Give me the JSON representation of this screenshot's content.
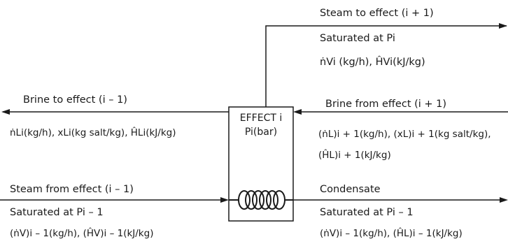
{
  "effect_box": {
    "title": "EFFECT i",
    "pressure": "Pi(bar)"
  },
  "streams": {
    "steam_out": {
      "title": "Steam to effect (i + 1)",
      "line1": "Saturated at Pi",
      "line2": "ṅVi (kg/h), ĤVi(kJ/kg)"
    },
    "brine_out": {
      "title": "Brine to effect (i – 1)",
      "line1": "ṅLi(kg/h), xLi(kg salt/kg), ĤLi(kJ/kg)"
    },
    "brine_in": {
      "title": "Brine from effect (i + 1)",
      "line1": "(ṅL)i + 1(kg/h), (xL)i + 1(kg salt/kg),",
      "line2": "(ĤL)i + 1(kJ/kg)"
    },
    "steam_in": {
      "title": "Steam from effect (i – 1)",
      "line1": "Saturated at Pi – 1",
      "line2": "(ṅV)i – 1(kg/h), (ĤV)i – 1(kJ/kg)"
    },
    "condensate": {
      "title": "Condensate",
      "line1": "Saturated at Pi – 1",
      "line2": "(ṅV)i – 1(kg/h), (ĤL)i – 1(kJ/kg)"
    }
  }
}
